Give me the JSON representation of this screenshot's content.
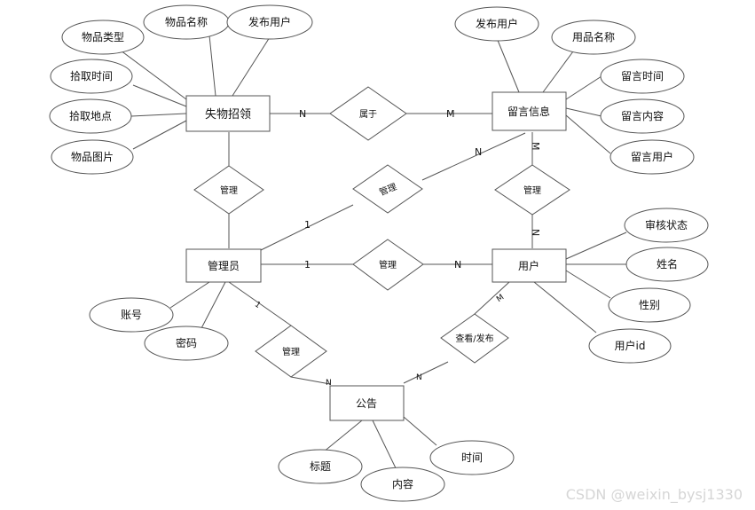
{
  "entities": {
    "lost_found": "失物招领",
    "message": "留言信息",
    "admin": "管理员",
    "user": "用户",
    "notice": "公告"
  },
  "relationships": {
    "belongs": "属于",
    "manage_lost": "管理",
    "manage_message": "管理",
    "manage_user_msg": "管理",
    "manage_user": "管理",
    "manage_notice": "管理",
    "view_publish": "查看/发布"
  },
  "attributes": {
    "lf_type": "物品类型",
    "lf_name": "物品名称",
    "lf_publisher": "发布用户",
    "lf_time": "拾取时间",
    "lf_place": "拾取地点",
    "lf_image": "物品图片",
    "msg_publisher": "发布用户",
    "msg_item": "用品名称",
    "msg_time": "留言时间",
    "msg_content": "留言内容",
    "msg_user": "留言用户",
    "user_status": "审核状态",
    "user_name": "姓名",
    "user_gender": "性别",
    "user_id": "用户id",
    "admin_account": "账号",
    "admin_password": "密码",
    "notice_title": "标题",
    "notice_content": "内容",
    "notice_time": "时间"
  },
  "cardinalities": {
    "lf_belongs": "N",
    "belongs_msg": "M",
    "msg_manage_top": "M",
    "msg_manage_bottom": "N",
    "admin_manage_msg": "1",
    "manage_msg_side": "N",
    "admin_manage_user": "1",
    "manage_user_side": "N",
    "admin_notice": "1",
    "notice_admin_side": "N",
    "notice_user_side": "N",
    "user_notice_side": "M"
  },
  "watermark": "CSDN @weixin_bysj1330",
  "colors": {
    "stroke": "#555555",
    "fill": "#ffffff",
    "text": "#111111"
  }
}
